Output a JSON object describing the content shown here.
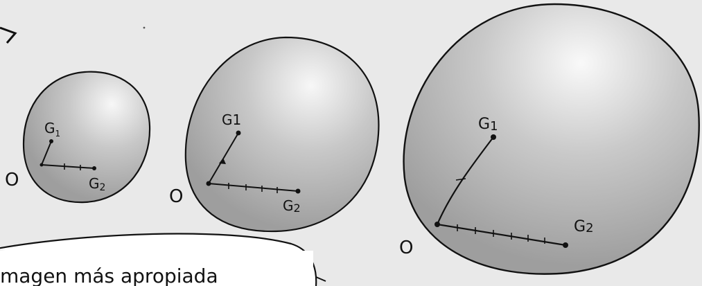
{
  "caption": "magen más apropiada",
  "spheres": [
    {
      "name": "small",
      "origin_label": "O",
      "g1_label": "G",
      "g1_sub": "1",
      "g2_label": "G",
      "g2_sub": "2"
    },
    {
      "name": "medium",
      "origin_label": "O",
      "g1_label": "G1",
      "g2_label": "G",
      "g2_sub": "2"
    },
    {
      "name": "large",
      "origin_label": "O",
      "g1_label": "G",
      "g1_sub": "1",
      "g2_label": "G",
      "g2_sub": "2"
    }
  ],
  "colors": {
    "background": "#e9e9e9",
    "sphere_fill": "#a9a9a9",
    "highlight": "#ffffff",
    "ink": "#111111"
  }
}
